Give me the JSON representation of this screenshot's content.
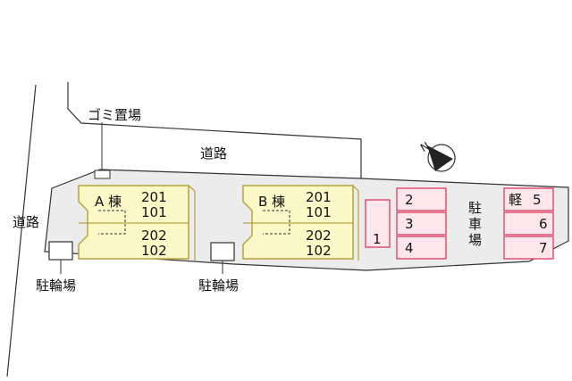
{
  "labels": {
    "garbage": "ゴミ置場",
    "road_top": "道路",
    "road_left": "道路",
    "bike_left": "駐輪場",
    "bike_right": "駐輪場",
    "parking_title_chars": [
      "駐",
      "車",
      "場"
    ],
    "compass_n": "N"
  },
  "building_a": {
    "name": "A 棟",
    "upper_1": "201",
    "upper_2": "101",
    "lower_1": "202",
    "lower_2": "102"
  },
  "building_b": {
    "name": "B 棟",
    "upper_1": "201",
    "upper_2": "101",
    "lower_1": "202",
    "lower_2": "102"
  },
  "parking": {
    "s1": "1",
    "s2": "2",
    "s3": "3",
    "s4": "4",
    "s5_prefix": "軽",
    "s5": "5",
    "s6": "6",
    "s7": "7"
  },
  "colors": {
    "site_fill": "#ececec",
    "building_fill": "#fdf8c8",
    "building_stroke": "#b8a23a",
    "parking_fill": "#fde7ec",
    "parking_stroke": "#e0486a",
    "line": "#333333"
  }
}
